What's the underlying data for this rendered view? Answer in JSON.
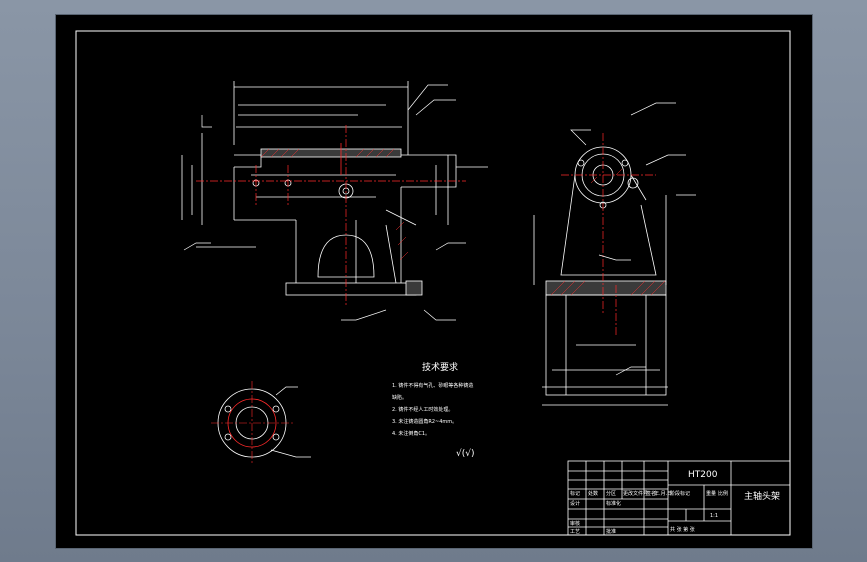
{
  "drawing": {
    "material": "HT200",
    "part_name": "主轴头架",
    "tech_title": "技术要求",
    "tech_notes": [
      "1. 铸件不得有气孔、砂眼等各种铸造",
      "缺陷。",
      "2. 铸件不经人工时效处理。",
      "3. 未注铸造圆角R2~4mm。",
      "4. 未注倒角C1。"
    ],
    "roughness_general": "√(√)",
    "title_block": {
      "row_mark": "标记",
      "row_count": "处数",
      "row_zone": "分区",
      "row_doc": "更改文件号",
      "row_sign": "签名",
      "row_date": "年.月.日",
      "designer": "设计",
      "standard": "标准化",
      "check": "审核",
      "process": "工艺",
      "approve": "批准",
      "stage": "阶段标记",
      "weight": "重量",
      "ratio": "比例",
      "ratio_value": "1:1",
      "sheets": "共  张  第  张"
    },
    "colors": {
      "line": "#ffffff",
      "center": "#ff2a2a",
      "hatch": "#ff3030",
      "fill_dark": "#3a3a3a"
    }
  }
}
